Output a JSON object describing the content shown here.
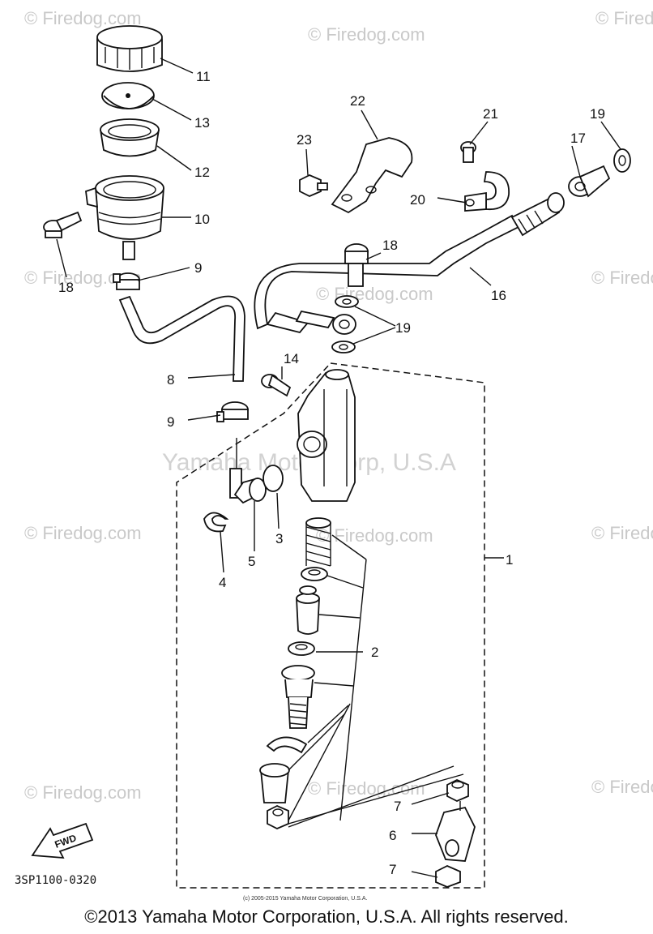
{
  "watermarks": {
    "site": "© Firedog.com",
    "center": "Yamaha Motor Corp, U.S.A"
  },
  "callouts": [
    "1",
    "2",
    "3",
    "4",
    "5",
    "6",
    "7",
    "7",
    "8",
    "9",
    "9",
    "10",
    "11",
    "12",
    "13",
    "14",
    "16",
    "17",
    "18",
    "19",
    "19",
    "20",
    "21",
    "22",
    "23",
    "18"
  ],
  "fwd_label": "FWD",
  "part_code": "3SP1100-0320",
  "small_copyright": "(c) 2005-2015 Yamaha Motor Corporation, U.S.A.",
  "copyright": "©2013 Yamaha Motor Corporation, U.S.A. All rights reserved."
}
